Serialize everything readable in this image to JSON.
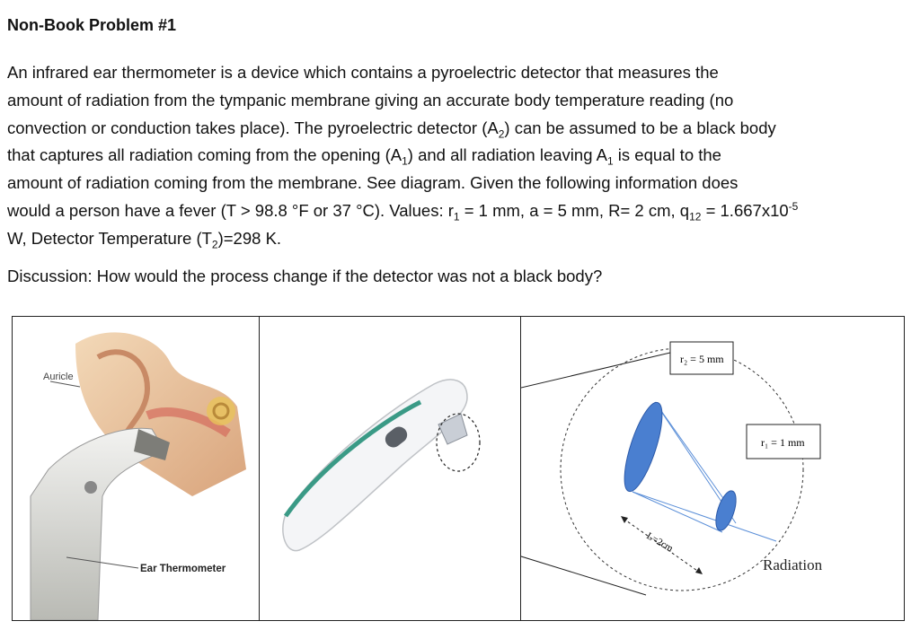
{
  "title": "Non-Book Problem #1",
  "paragraph": {
    "l1": "An infrared ear thermometer is a device which contains a pyroelectric detector that measures the",
    "l2": "amount of radiation from the tympanic membrane giving an accurate body temperature reading (no",
    "l3a": "convection or conduction takes place).  The pyroelectric detector (A",
    "l3sub": "2",
    "l3b": ") can be assumed to be a black body",
    "l4a": "that captures all radiation coming from the opening (A",
    "l4sub": "1",
    "l4b": ") and all radiation leaving A",
    "l4sub2": "1",
    "l4c": " is equal to the",
    "l5": "amount of radiation coming from the membrane.  See diagram.  Given the following information does",
    "l6a": "would a person have a fever (T > 98.8 °F or 37 °C). Values:  r",
    "l6sub1": "1",
    "l6b": " = 1 mm, a = 5 mm, R= 2 cm, q",
    "l6sub2": "12",
    "l6c": " = 1.667x10",
    "l6sup": "-5",
    "l7a": "W, Detector Temperature (T",
    "l7sub": "2",
    "l7b": ")=298 K."
  },
  "discussion": "Discussion: How would the process change if the detector was not a black body?",
  "figure": {
    "auricle_label": "Auricle",
    "ear_thermometer_label": "Ear Thermometer",
    "r2_label": "r₂ = 5 mm",
    "r1_label": "r₁ = 1 mm",
    "length_label": "L=2cm",
    "radiation_label": "Radiation",
    "colors": {
      "disc_blue": "#4a7fd0",
      "thermo_green": "#3a9a86",
      "beam_blue": "#5b8fd8"
    }
  }
}
